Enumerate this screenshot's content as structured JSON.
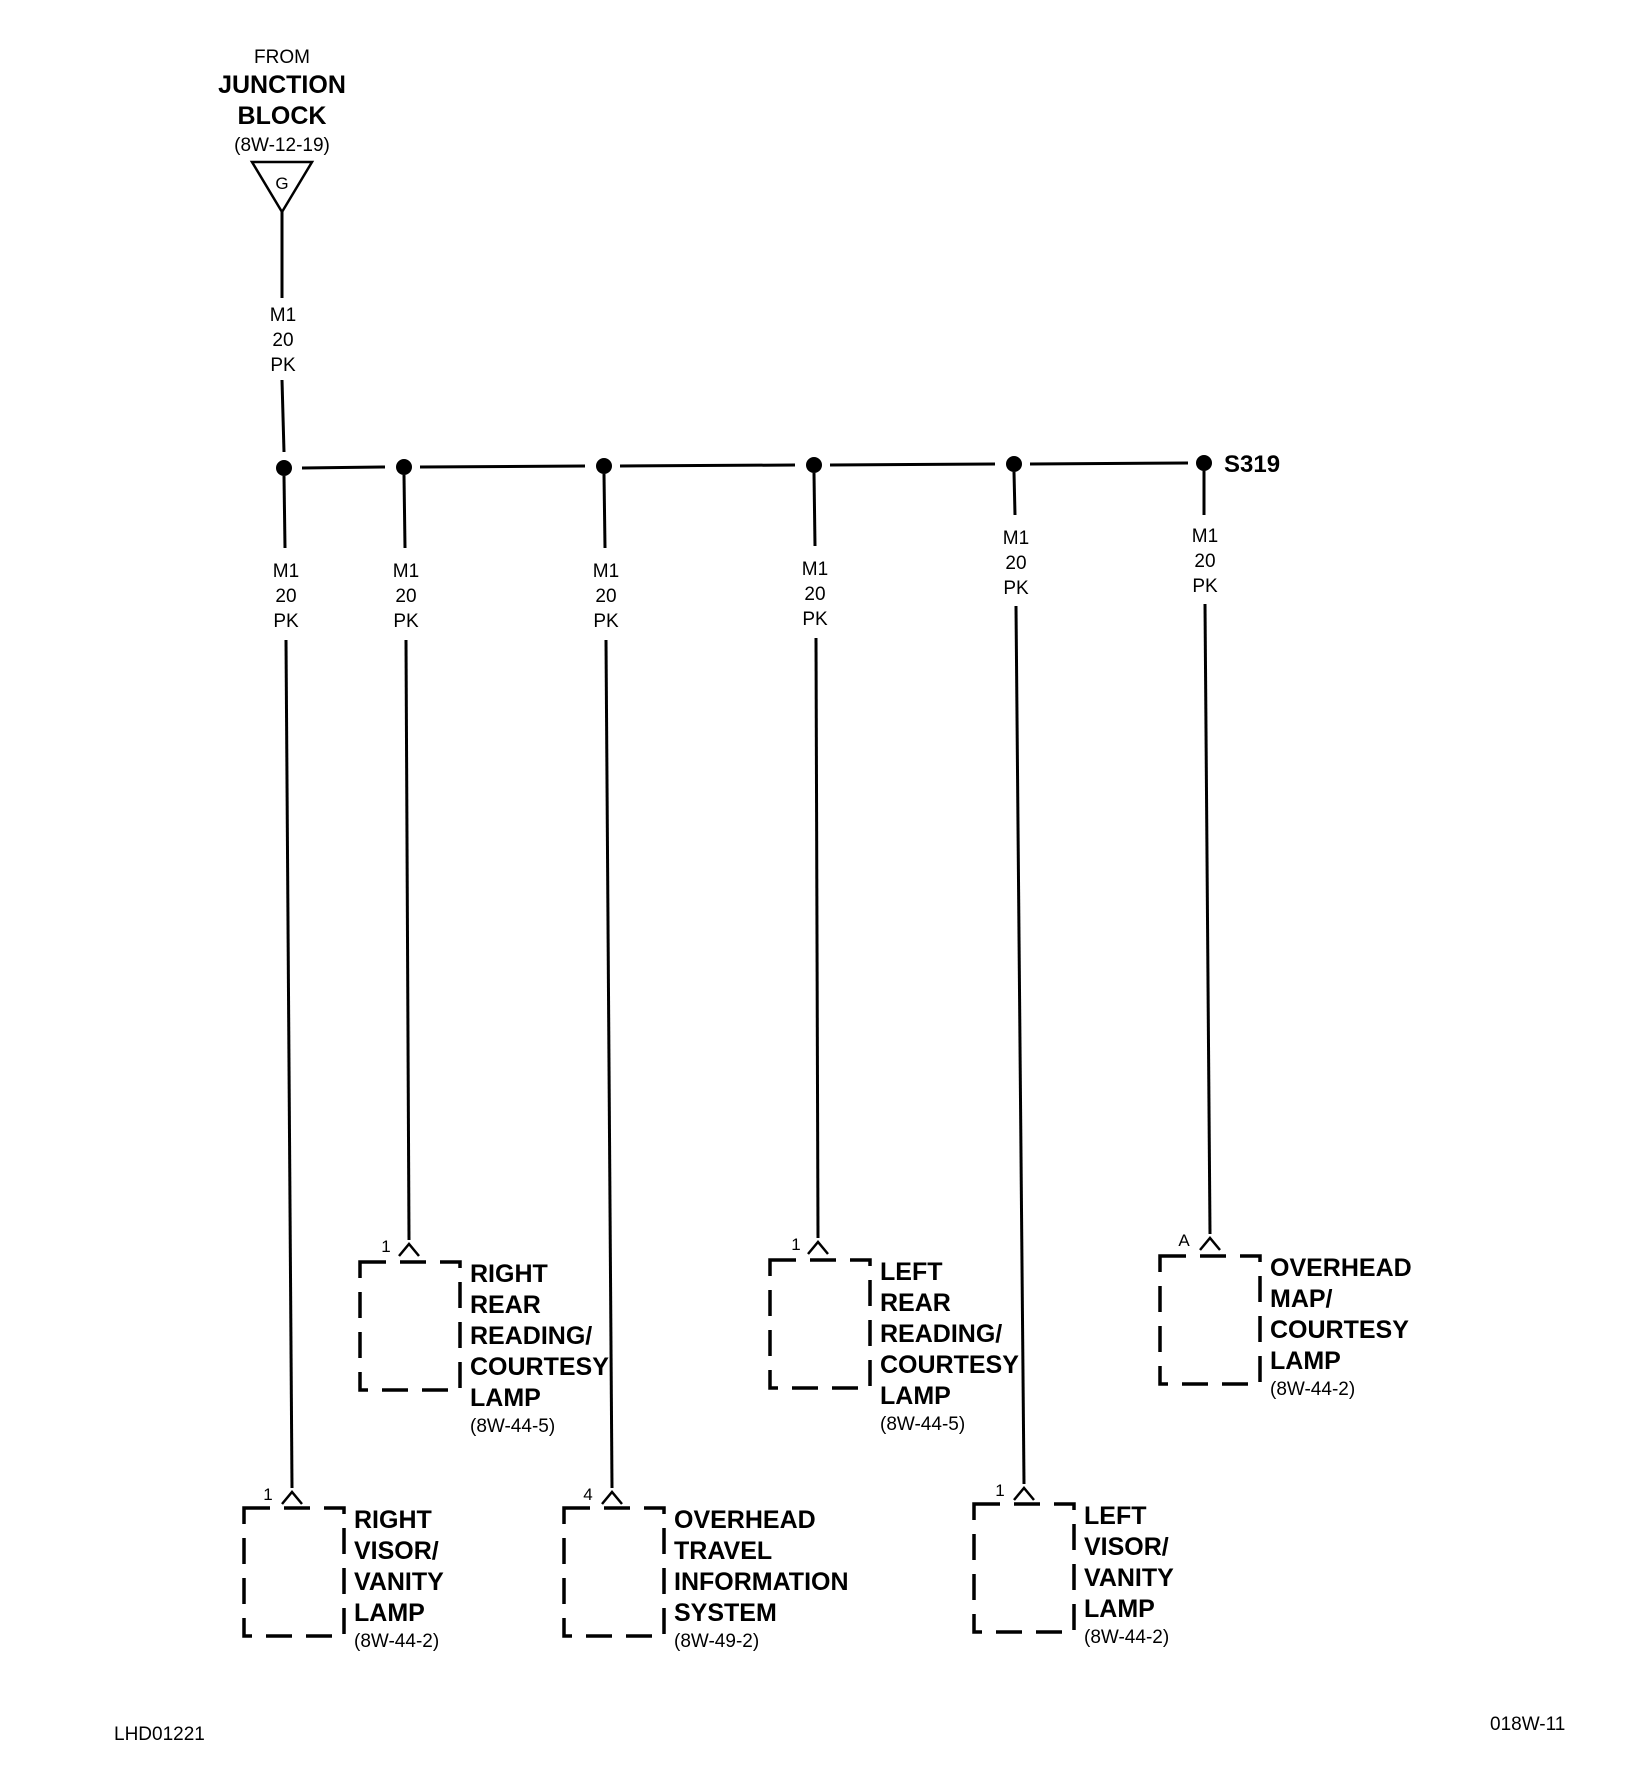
{
  "source": {
    "from": "FROM",
    "name_line1": "JUNCTION",
    "name_line2": "BLOCK",
    "ref": "(8W-12-19)",
    "connector": "G"
  },
  "wire_labels": {
    "circuit": "M1",
    "gauge": "20",
    "color": "PK"
  },
  "splice": {
    "name": "S319"
  },
  "components": [
    {
      "id": "right-visor-vanity-lamp",
      "pin": "1",
      "lines": [
        "RIGHT",
        "VISOR/",
        "VANITY",
        "LAMP"
      ],
      "ref": "(8W-44-2)"
    },
    {
      "id": "right-rear-reading-courtesy-lamp",
      "pin": "1",
      "lines": [
        "RIGHT",
        "REAR",
        "READING/",
        "COURTESY",
        "LAMP"
      ],
      "ref": "(8W-44-5)"
    },
    {
      "id": "overhead-travel-information-system",
      "pin": "4",
      "lines": [
        "OVERHEAD",
        "TRAVEL",
        "INFORMATION",
        "SYSTEM"
      ],
      "ref": "(8W-49-2)"
    },
    {
      "id": "left-rear-reading-courtesy-lamp",
      "pin": "1",
      "lines": [
        "LEFT",
        "REAR",
        "READING/",
        "COURTESY",
        "LAMP"
      ],
      "ref": "(8W-44-5)"
    },
    {
      "id": "left-visor-vanity-lamp",
      "pin": "1",
      "lines": [
        "LEFT",
        "VISOR/",
        "VANITY",
        "LAMP"
      ],
      "ref": "(8W-44-2)"
    },
    {
      "id": "overhead-map-courtesy-lamp",
      "pin": "A",
      "lines": [
        "OVERHEAD",
        "MAP/",
        "COURTESY",
        "LAMP"
      ],
      "ref": "(8W-44-2)"
    }
  ],
  "footer": {
    "left_code": "LHD01221",
    "right_code": "018W-11"
  }
}
